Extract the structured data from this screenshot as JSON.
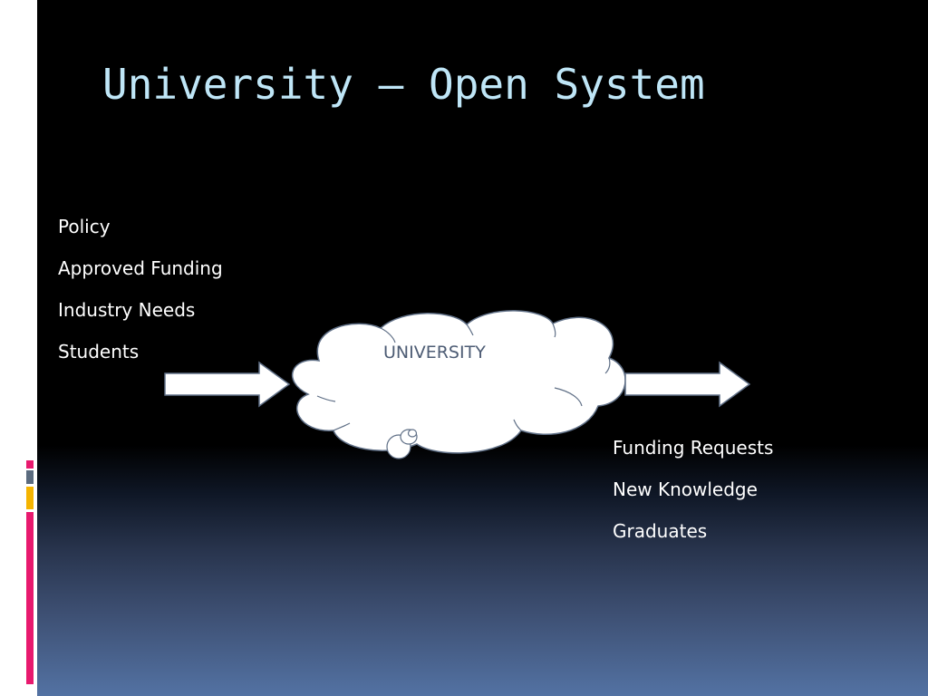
{
  "slide": {
    "title": "University – Open System",
    "inputs": [
      "Policy",
      "Approved Funding",
      "Industry Needs",
      "Students"
    ],
    "outputs": [
      "Funding Requests",
      "New Knowledge",
      "Graduates"
    ],
    "center_label": "UNIVERSITY"
  },
  "theme": {
    "title_color": "#bfe6f7",
    "text_color": "#ffffff",
    "cloud_fill": "#ffffff",
    "cloud_stroke": "#5f6f86",
    "cloud_label_color": "#4d5c74",
    "accent_colors": [
      "#e8196e",
      "#5b6b7f",
      "#f5b400",
      "#e8196e"
    ]
  },
  "diagram": {
    "shapes": [
      "input-arrow",
      "cloud",
      "output-arrow"
    ]
  }
}
